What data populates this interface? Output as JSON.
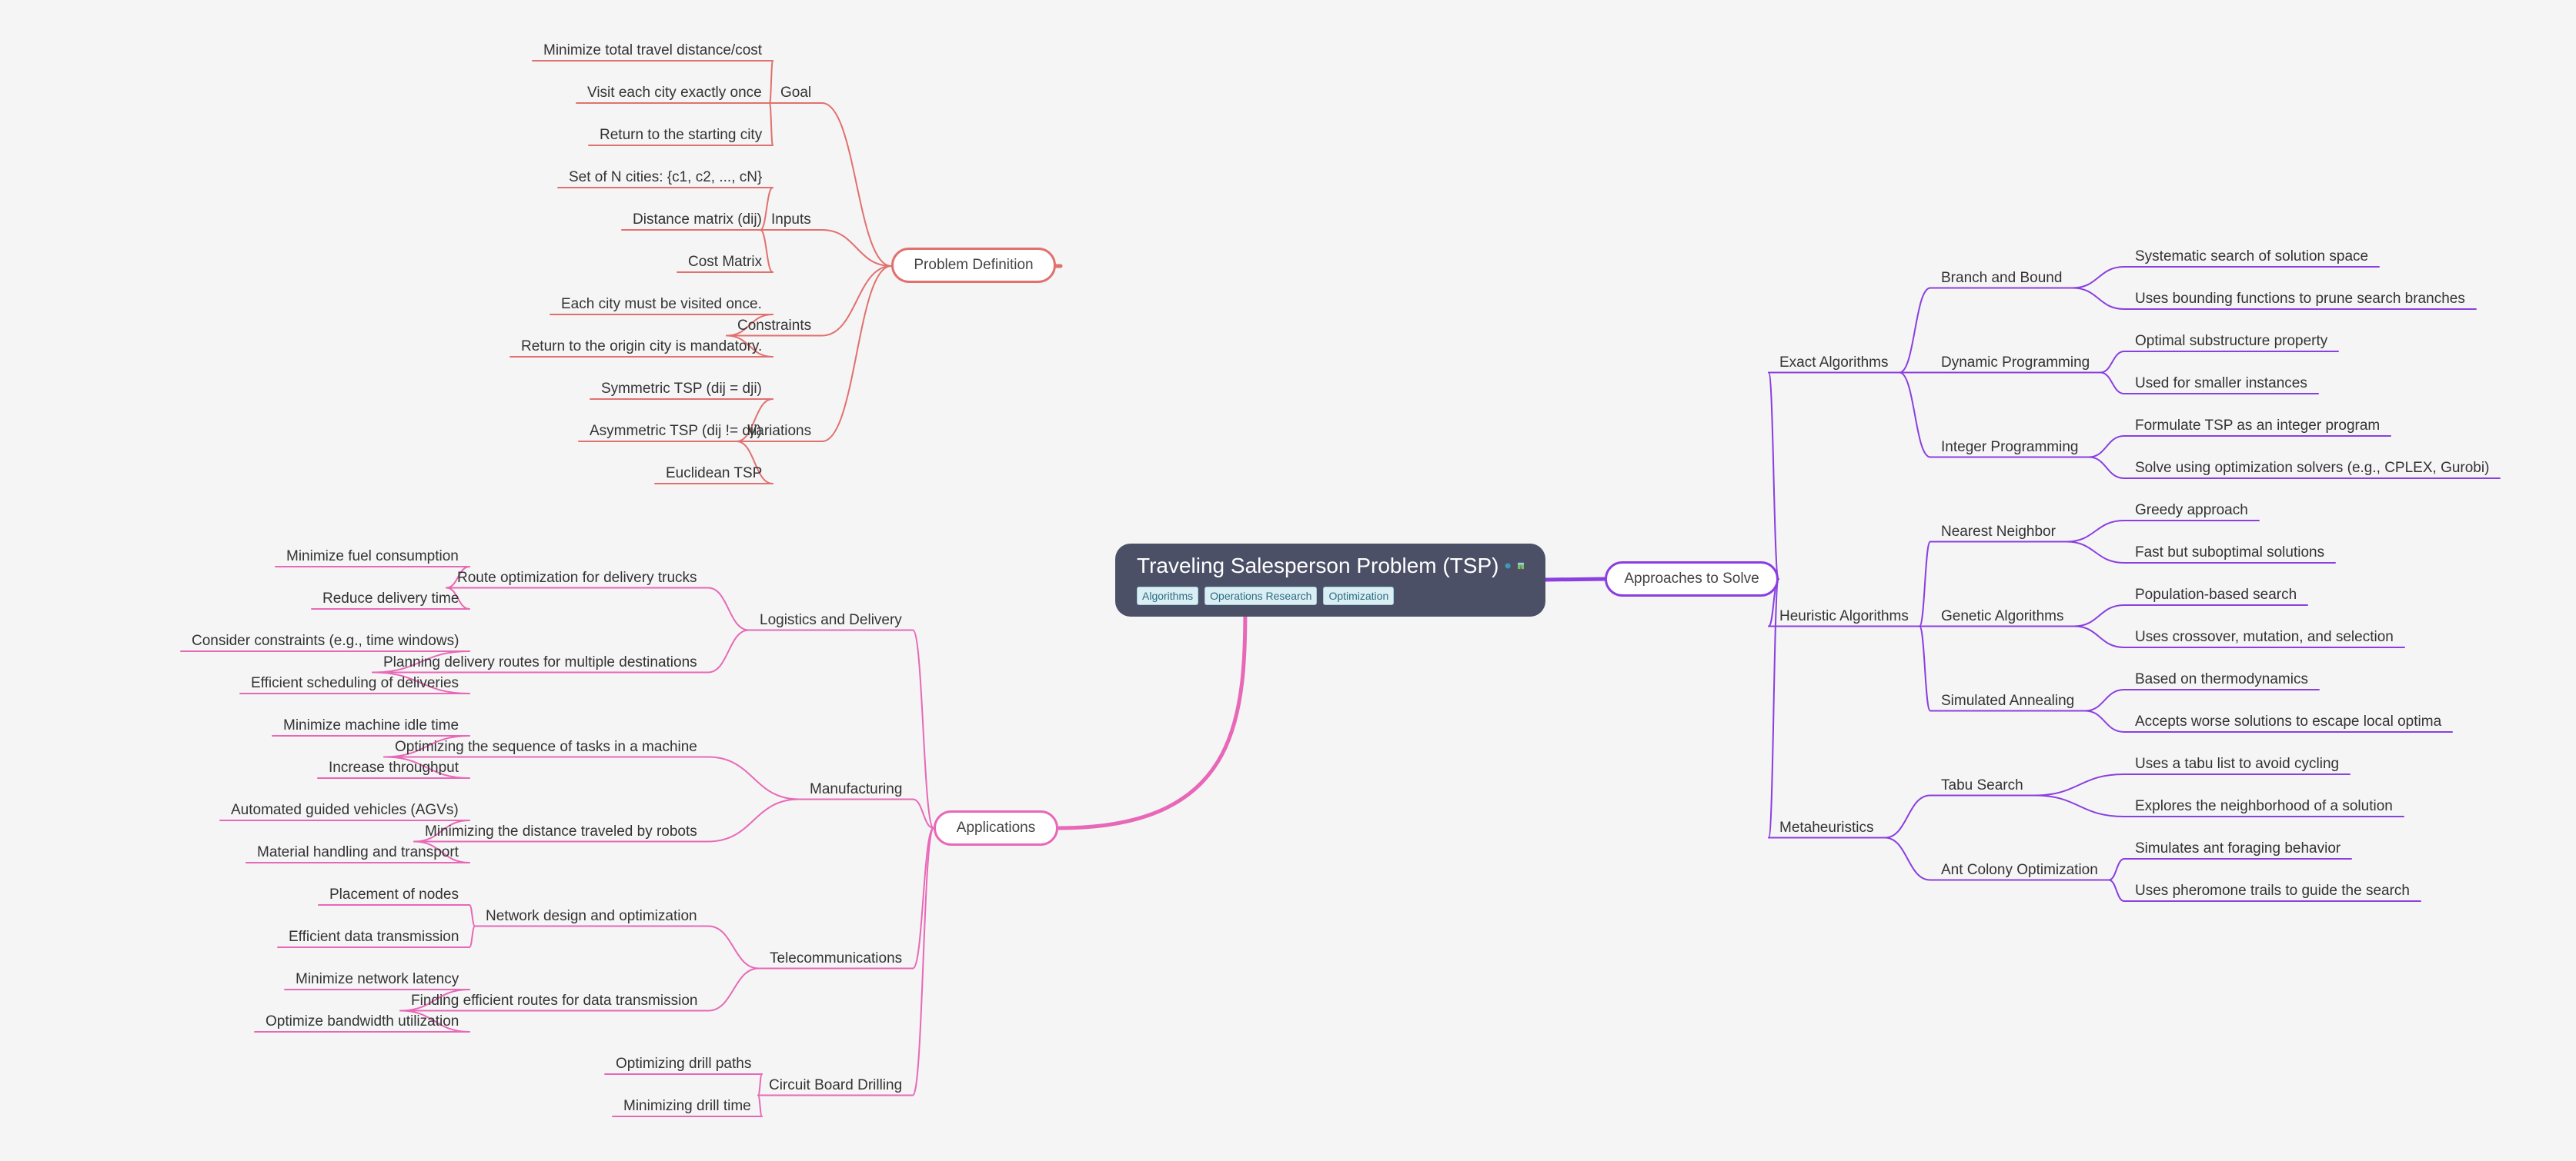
{
  "root": {
    "title": "Traveling Salesperson Problem (TSP)",
    "icons": [
      "globe-icon",
      "road-icon"
    ],
    "tags": [
      "Algorithms",
      "Operations Research",
      "Optimization"
    ]
  },
  "colors": {
    "background": "#f5f5f5",
    "root_fill": "#4c5067",
    "problem_definition": "#e0716f",
    "applications": "#e868b8",
    "approaches": "#8a3fe0",
    "tag_fill": "#dbeef4",
    "tag_text": "#2b6d82"
  },
  "branches": [
    {
      "key": "problem-definition",
      "label": "Problem Definition",
      "color_key": "problem_definition",
      "side": "left",
      "children": [
        {
          "label": "Goal",
          "children": [
            "Minimize total travel distance/cost",
            "Visit each city exactly once",
            "Return to the starting city"
          ]
        },
        {
          "label": "Inputs",
          "children": [
            "Set of N cities: {c1, c2, ..., cN}",
            "Distance matrix (dij)",
            "Cost Matrix"
          ]
        },
        {
          "label": "Constraints",
          "children": [
            "Each city must be visited once.",
            "Return to the origin city is mandatory."
          ]
        },
        {
          "label": "Variations",
          "children": [
            "Symmetric TSP (dij = dji)",
            "Asymmetric TSP (dij != dji)",
            "Euclidean TSP"
          ]
        }
      ]
    },
    {
      "key": "applications",
      "label": "Applications",
      "color_key": "applications",
      "side": "left",
      "children": [
        {
          "label": "Logistics and Delivery",
          "children": [
            {
              "label": "Route optimization for delivery trucks",
              "children": [
                "Minimize fuel consumption",
                "Reduce delivery time"
              ]
            },
            {
              "label": "Planning delivery routes for multiple destinations",
              "children": [
                "Consider constraints (e.g., time windows)",
                "Efficient scheduling of deliveries"
              ]
            }
          ]
        },
        {
          "label": "Manufacturing",
          "children": [
            {
              "label": "Optimizing the sequence of tasks in a machine",
              "children": [
                "Minimize machine idle time",
                "Increase throughput"
              ]
            },
            {
              "label": "Minimizing the distance traveled by robots",
              "children": [
                "Automated guided vehicles (AGVs)",
                "Material handling and transport"
              ]
            }
          ]
        },
        {
          "label": "Telecommunications",
          "children": [
            {
              "label": "Network design and optimization",
              "children": [
                "Placement of nodes",
                "Efficient data transmission"
              ]
            },
            {
              "label": "Finding efficient routes for data transmission",
              "children": [
                "Minimize network latency",
                "Optimize bandwidth utilization"
              ]
            }
          ]
        },
        {
          "label": "Circuit Board Drilling",
          "children": [
            "Optimizing drill paths",
            "Minimizing drill time"
          ]
        }
      ]
    },
    {
      "key": "approaches",
      "label": "Approaches to Solve",
      "color_key": "approaches",
      "side": "right",
      "children": [
        {
          "label": "Exact Algorithms",
          "children": [
            {
              "label": "Branch and Bound",
              "children": [
                "Systematic search of solution space",
                "Uses bounding functions to prune search branches"
              ]
            },
            {
              "label": "Dynamic Programming",
              "children": [
                "Optimal substructure property",
                "Used for smaller instances"
              ]
            },
            {
              "label": "Integer Programming",
              "children": [
                "Formulate TSP as an integer program",
                "Solve using optimization solvers (e.g., CPLEX, Gurobi)"
              ]
            }
          ]
        },
        {
          "label": "Heuristic Algorithms",
          "children": [
            {
              "label": "Nearest Neighbor",
              "children": [
                "Greedy approach",
                "Fast but suboptimal solutions"
              ]
            },
            {
              "label": "Genetic Algorithms",
              "children": [
                "Population-based search",
                "Uses crossover, mutation, and selection"
              ]
            },
            {
              "label": "Simulated Annealing",
              "children": [
                "Based on thermodynamics",
                "Accepts worse solutions to escape local optima"
              ]
            }
          ]
        },
        {
          "label": "Metaheuristics",
          "children": [
            {
              "label": "Tabu Search",
              "children": [
                "Uses a tabu list to avoid cycling",
                "Explores the neighborhood of a solution"
              ]
            },
            {
              "label": "Ant Colony Optimization",
              "children": [
                "Simulates ant foraging behavior",
                "Uses pheromone trails to guide the search"
              ]
            }
          ]
        }
      ]
    }
  ]
}
